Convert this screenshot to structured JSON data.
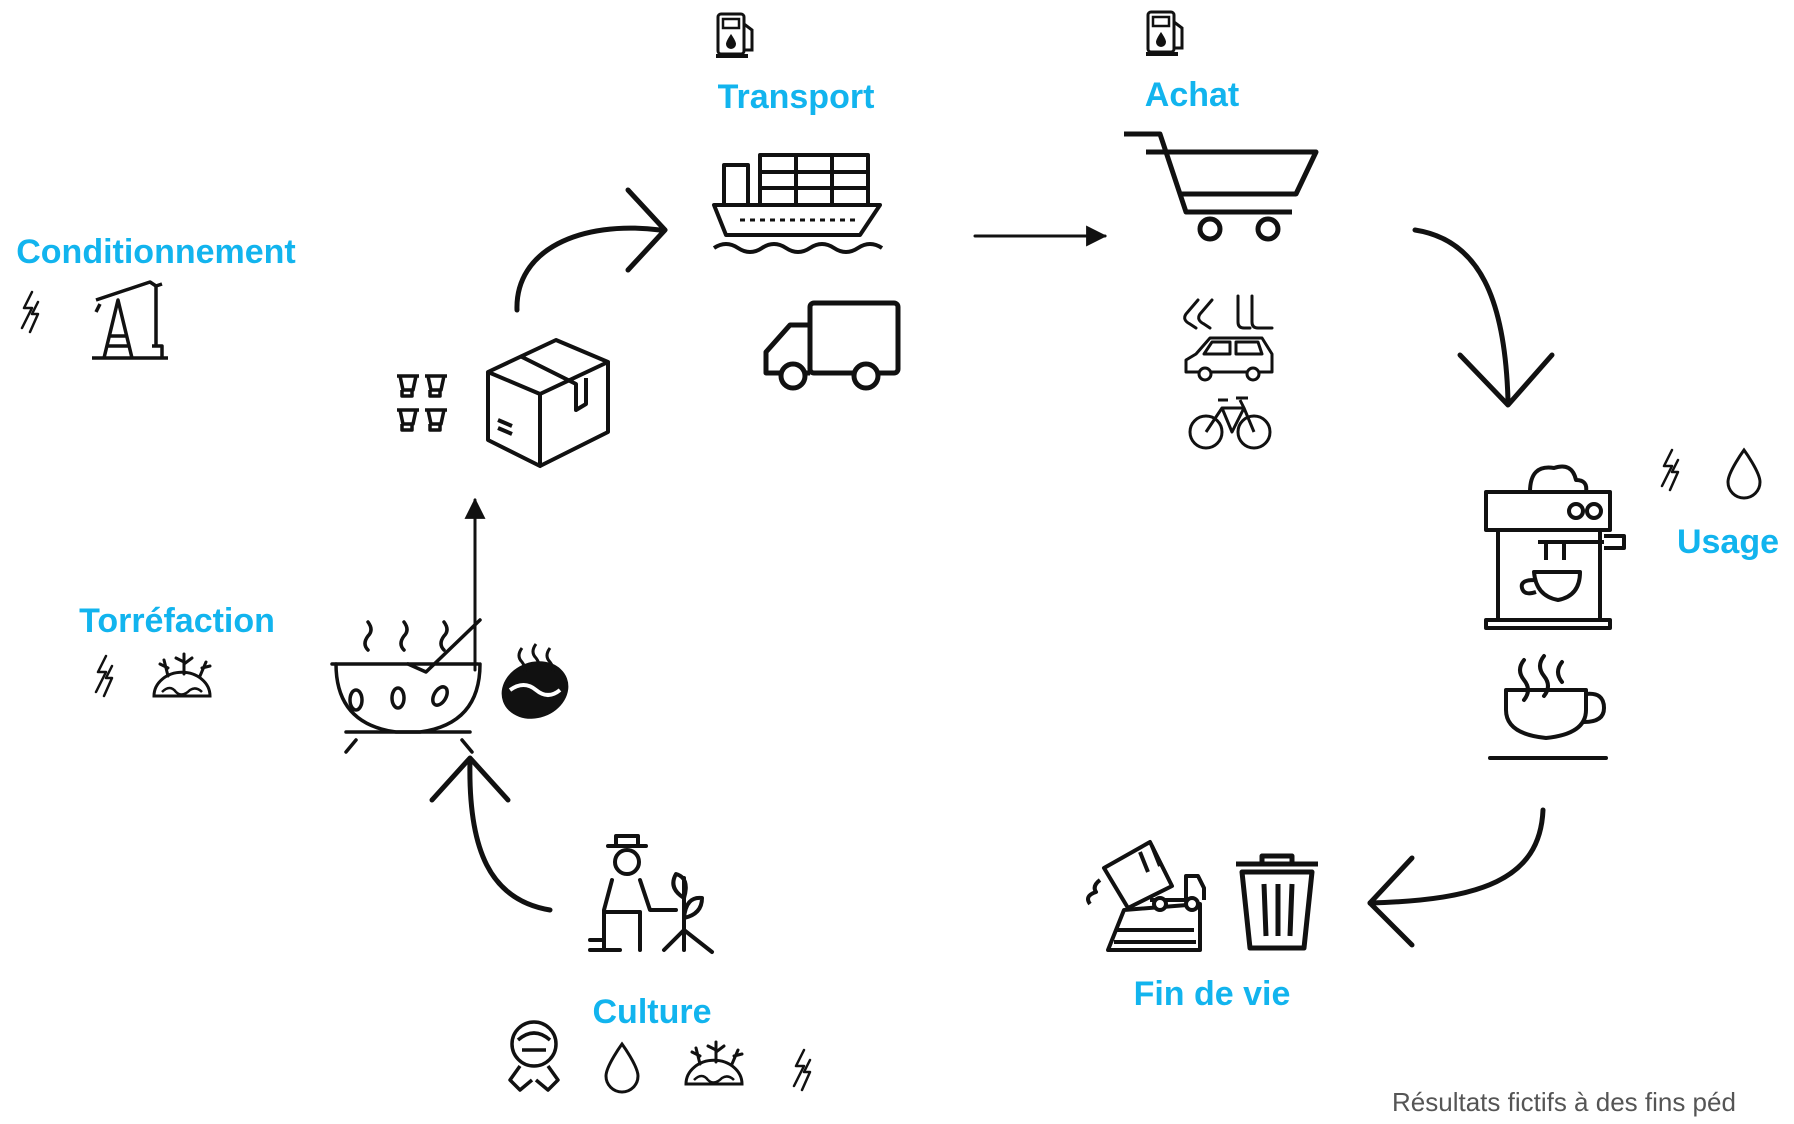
{
  "stages": {
    "transport": "Transport",
    "achat": "Achat",
    "conditionnement": "Conditionnement",
    "usage": "Usage",
    "torrefaction": "Torréfaction",
    "fin_de_vie": "Fin de vie",
    "culture": "Culture"
  },
  "footnote": "Résultats fictifs à des fins péd",
  "colors": {
    "label": "#12b4ee",
    "ink": "#111111"
  },
  "icons": {
    "transport": [
      "fuel-pump-icon",
      "cargo-ship-icon",
      "delivery-truck-icon"
    ],
    "achat": [
      "fuel-pump-icon",
      "shopping-cart-icon",
      "footprints-icon",
      "car-icon",
      "bicycle-icon"
    ],
    "conditionnement": [
      "lightning-icon",
      "oil-pumpjack-icon",
      "coffee-capsules-icon",
      "cardboard-box-icon"
    ],
    "usage": [
      "lightning-icon",
      "water-drop-icon",
      "espresso-machine-icon",
      "hot-coffee-cup-icon"
    ],
    "torrefaction": [
      "lightning-icon",
      "earth-warming-icon",
      "roasting-pan-icon",
      "hot-coffee-bean-icon"
    ],
    "fin_de_vie": [
      "dump-truck-landfill-icon",
      "trash-bin-icon"
    ],
    "culture": [
      "farmer-planting-icon",
      "gas-mask-icon",
      "water-drop-icon",
      "earth-warming-icon",
      "lightning-icon"
    ]
  }
}
